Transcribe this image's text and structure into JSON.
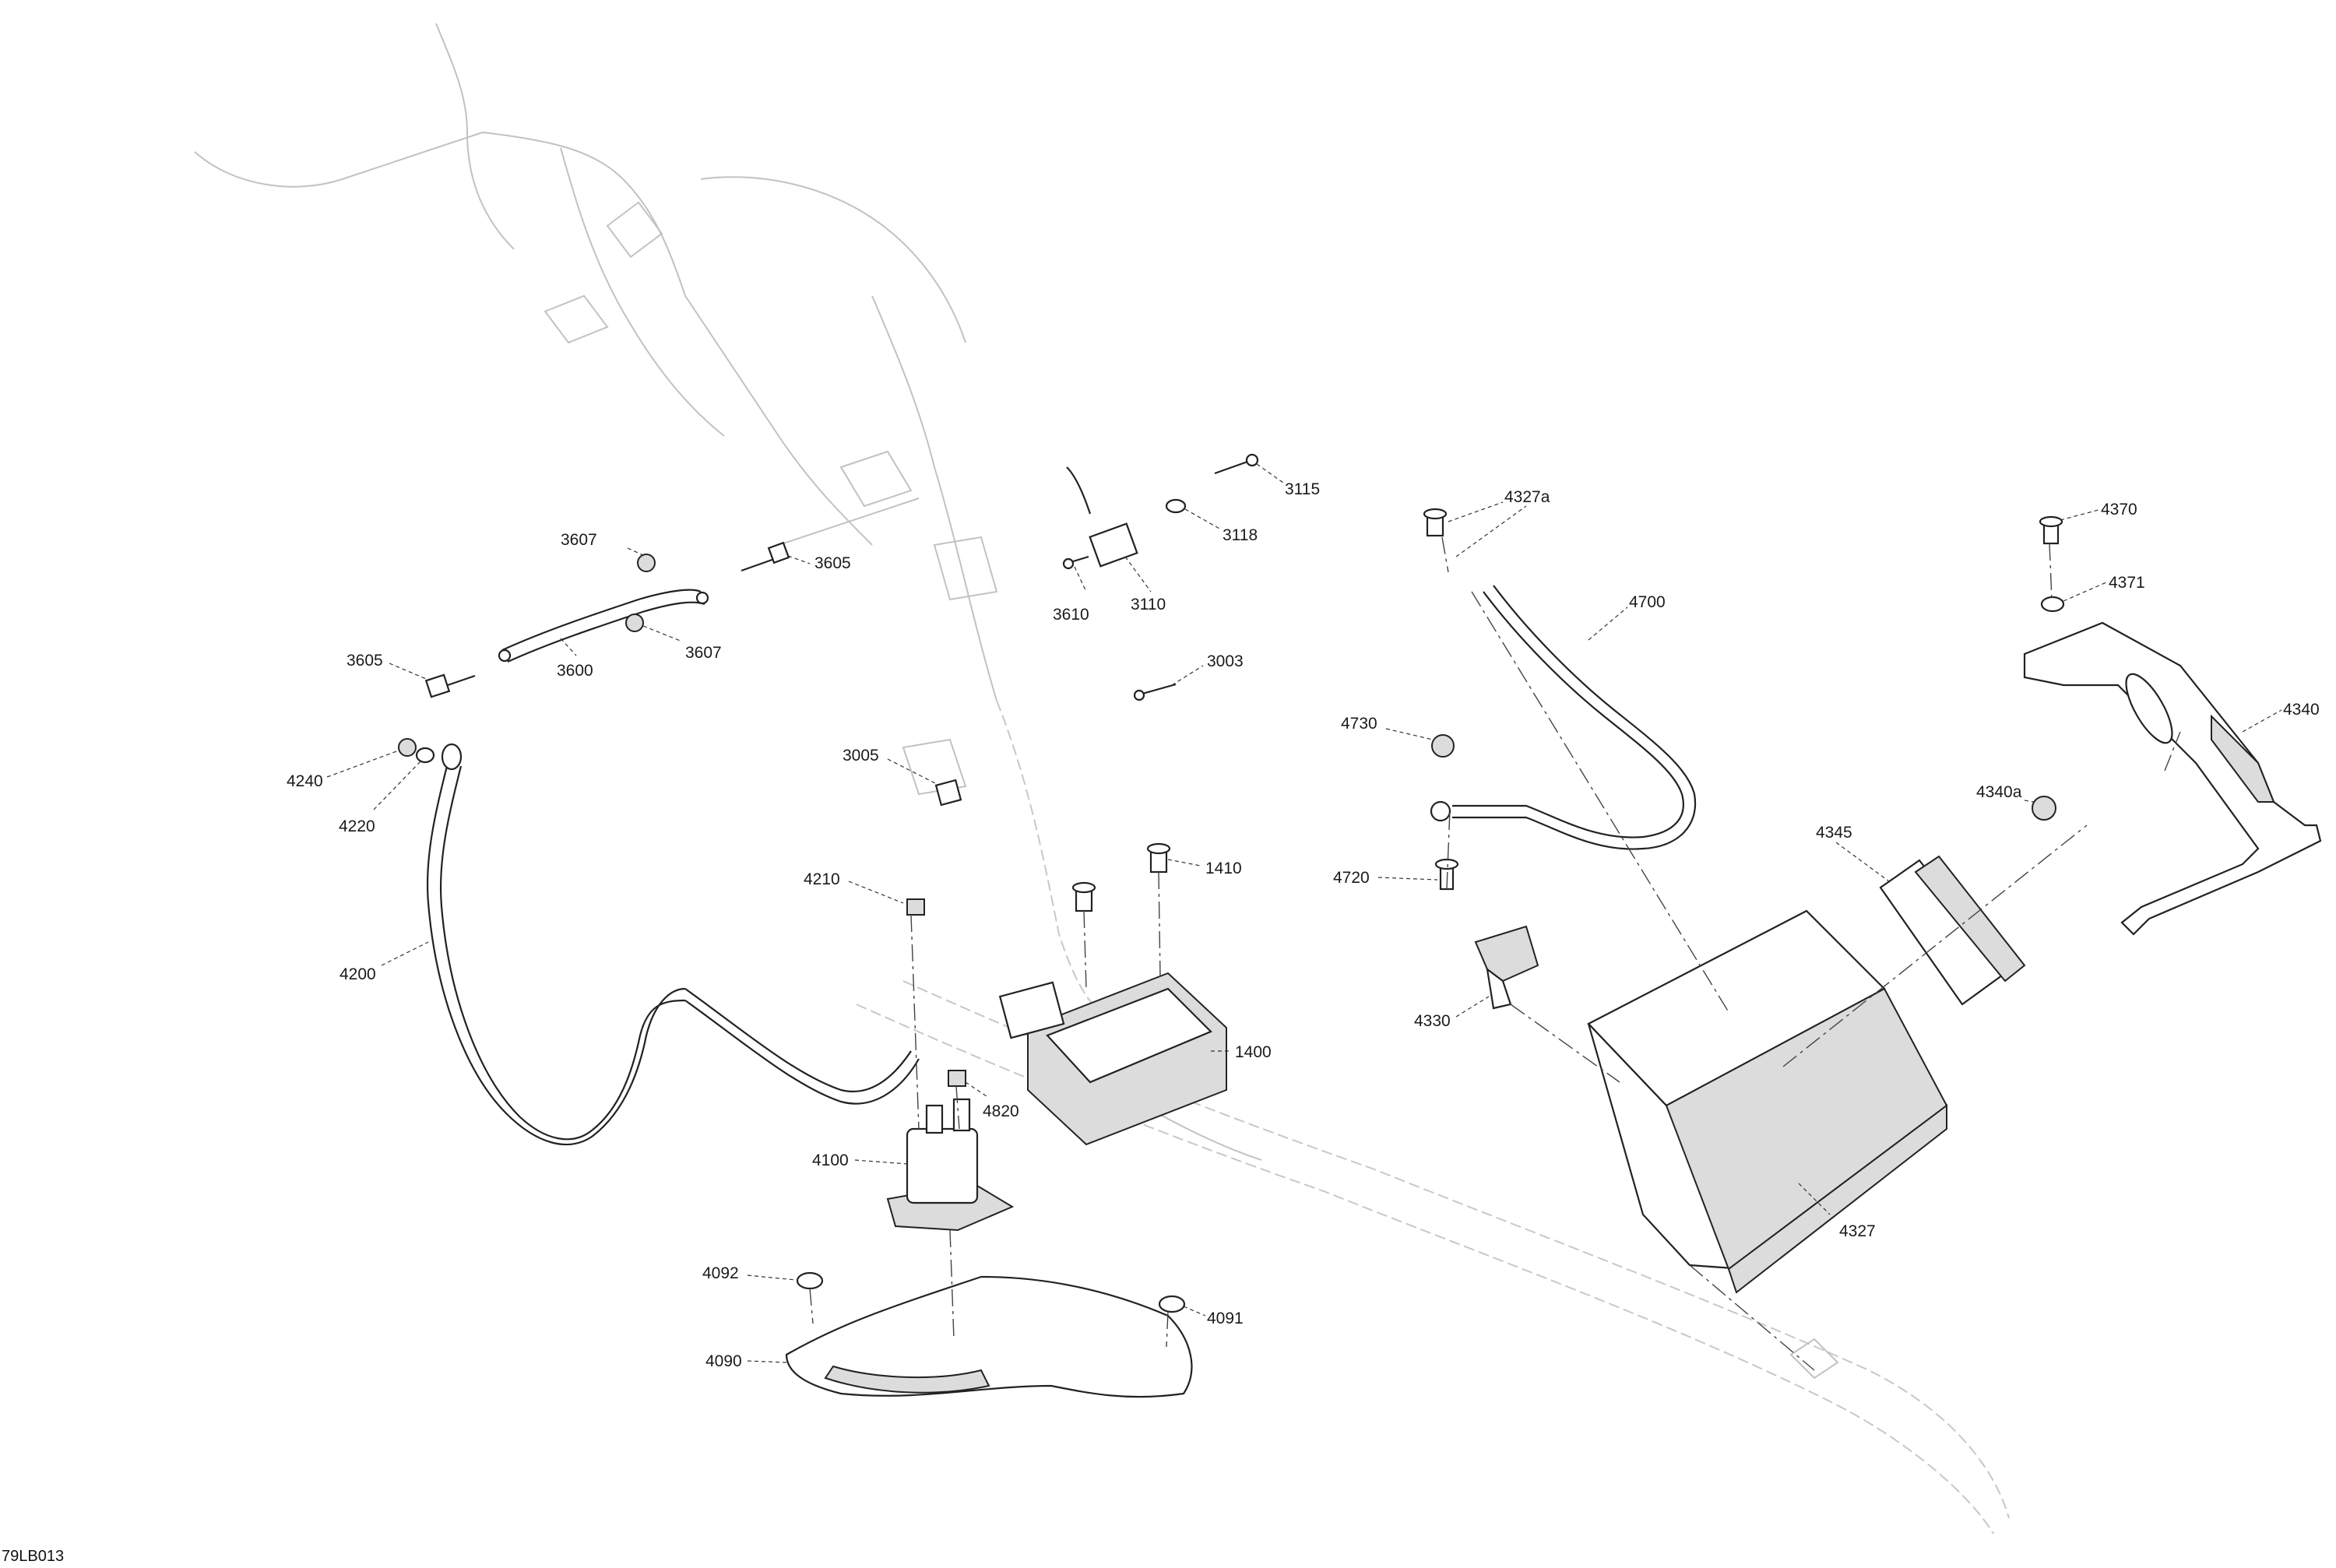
{
  "drawing_code": "79LB013",
  "callouts": [
    {
      "id": "3115"
    },
    {
      "id": "3118"
    },
    {
      "id": "3110"
    },
    {
      "id": "3610"
    },
    {
      "id": "3607"
    },
    {
      "id": "3605"
    },
    {
      "id": "3600"
    },
    {
      "id": "3607"
    },
    {
      "id": "3605"
    },
    {
      "id": "3003"
    },
    {
      "id": "3005"
    },
    {
      "id": "4240"
    },
    {
      "id": "4220"
    },
    {
      "id": "4200"
    },
    {
      "id": "4210"
    },
    {
      "id": "1410"
    },
    {
      "id": "1400"
    },
    {
      "id": "4820"
    },
    {
      "id": "4100"
    },
    {
      "id": "4092"
    },
    {
      "id": "4091"
    },
    {
      "id": "4090"
    },
    {
      "id": "4327a"
    },
    {
      "id": "4700"
    },
    {
      "id": "4730"
    },
    {
      "id": "4720"
    },
    {
      "id": "4330"
    },
    {
      "id": "4345"
    },
    {
      "id": "4327"
    },
    {
      "id": "4370"
    },
    {
      "id": "4371"
    },
    {
      "id": "4340"
    },
    {
      "id": "4340a"
    }
  ]
}
